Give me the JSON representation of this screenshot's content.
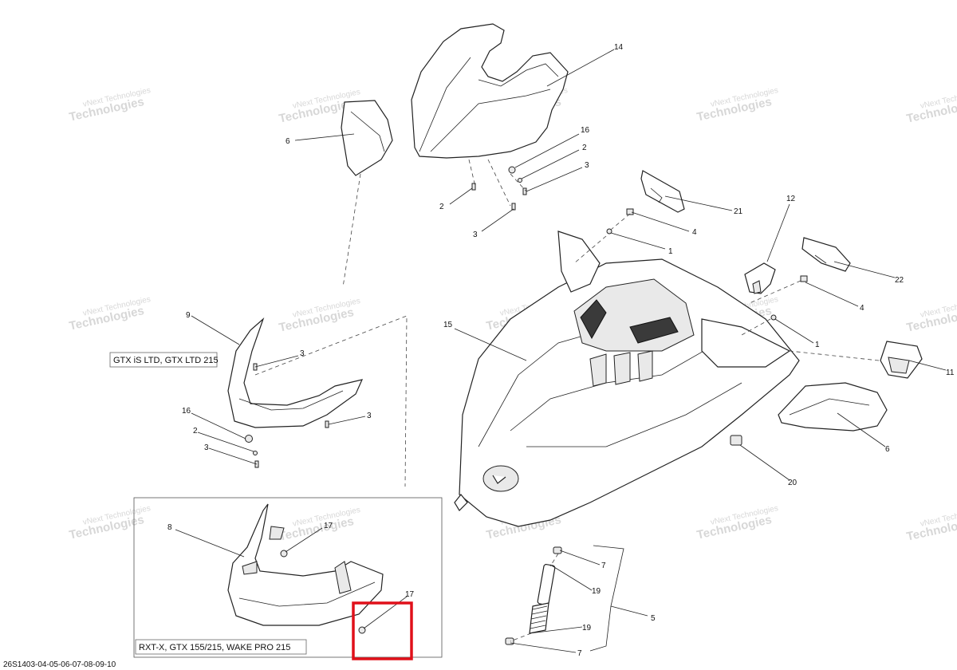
{
  "watermark": {
    "line1": "vNext Technologies",
    "line2": "Technologies"
  },
  "captions": {
    "gtx_ltd": "GTX iS LTD, GTX LTD 215",
    "rxt": "RXT-X, GTX 155/215, WAKE PRO 215"
  },
  "diagram_code": "26S1403-04-05-06-07-08-09-10",
  "callouts": {
    "c14": "14",
    "c6a": "6",
    "c16a": "16",
    "c2a": "2",
    "c3a": "3",
    "c2b": "2",
    "c3b": "3",
    "c21": "21",
    "c4a": "4",
    "c1a": "1",
    "c12": "12",
    "c22": "22",
    "c4b": "4",
    "c1b": "1",
    "c15": "15",
    "c9": "9",
    "c3c": "3",
    "c16b": "16",
    "c3d": "3",
    "c2c": "2",
    "c3e": "3",
    "c11": "11",
    "c6b": "6",
    "c20": "20",
    "c8": "8",
    "c17a": "17",
    "c17b": "17",
    "c7a": "7",
    "c19a": "19",
    "c5": "5",
    "c19b": "19",
    "c7b": "7"
  },
  "highlight": {
    "color": "#e0101a"
  }
}
